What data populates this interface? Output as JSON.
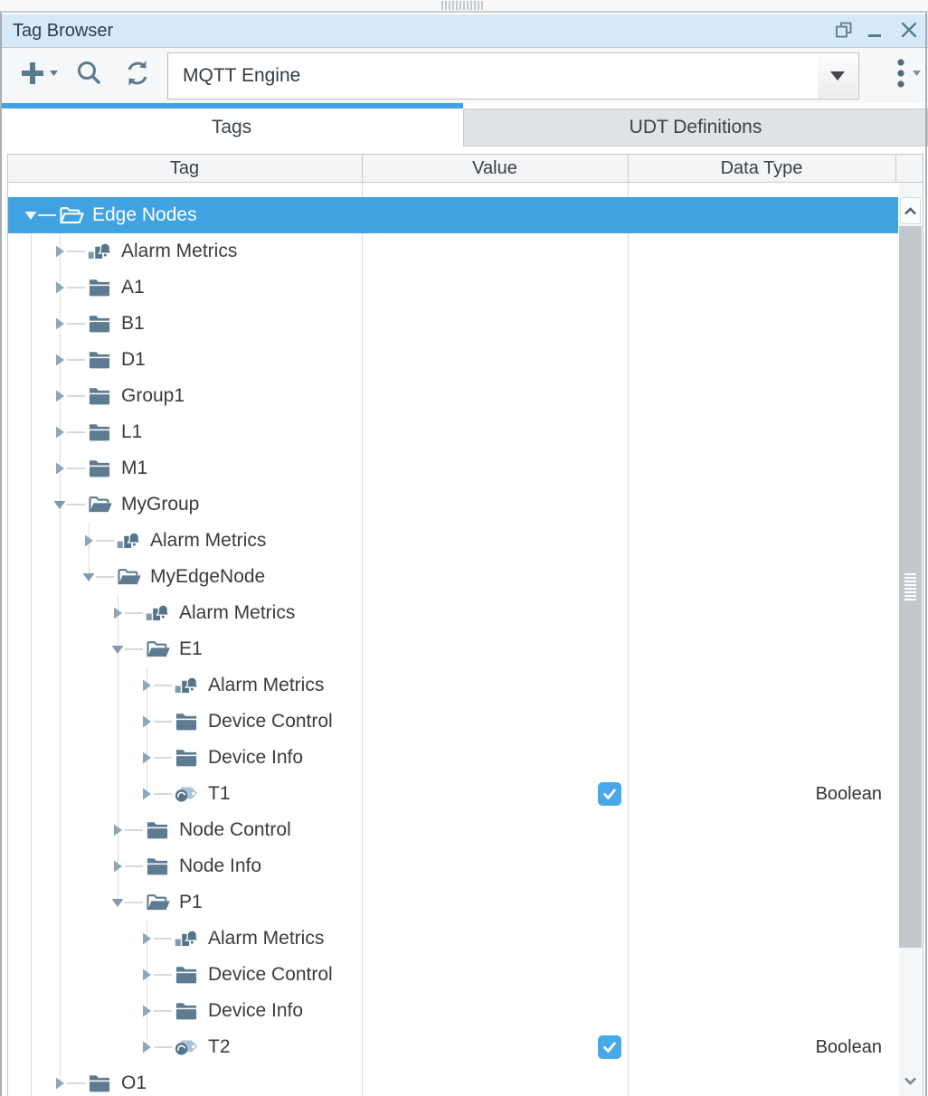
{
  "window": {
    "title": "Tag Browser",
    "controls": [
      {
        "name": "float-window",
        "icon": "float-icon"
      },
      {
        "name": "minimize-window",
        "icon": "minimize-icon"
      },
      {
        "name": "close-window",
        "icon": "close-icon"
      }
    ]
  },
  "toolbar": {
    "buttons": [
      {
        "name": "add-tag",
        "icon": "plus-icon",
        "has_dropdown": true
      },
      {
        "name": "search-tags",
        "icon": "search-icon"
      },
      {
        "name": "refresh-tags",
        "icon": "refresh-icon"
      }
    ],
    "provider": {
      "value": "MQTT Engine"
    },
    "menu": {
      "name": "more-options",
      "icon": "kebab-icon",
      "has_dropdown": true
    }
  },
  "tabs": {
    "tags": "Tags",
    "udt": "UDT Definitions",
    "active": "Tags"
  },
  "table": {
    "columns": [
      "Tag",
      "Value",
      "Data Type"
    ]
  },
  "colors": {
    "selection_blue": "#41a2e2",
    "tab_accent_blue": "#3fa3e5",
    "checkbox_blue": "#47a9e9",
    "icon_slate": "#5d7b91",
    "titlebar_bg": "#d6e9f8"
  },
  "tree": {
    "label": "Edge Nodes",
    "icon": "folder-open",
    "state": "expanded",
    "selected": true,
    "children": [
      {
        "label": "Alarm Metrics",
        "icon": "alarm-metrics",
        "state": "collapsed"
      },
      {
        "label": "A1",
        "icon": "folder-closed",
        "state": "collapsed"
      },
      {
        "label": "B1",
        "icon": "folder-closed",
        "state": "collapsed"
      },
      {
        "label": "D1",
        "icon": "folder-closed",
        "state": "collapsed"
      },
      {
        "label": "Group1",
        "icon": "folder-closed",
        "state": "collapsed"
      },
      {
        "label": "L1",
        "icon": "folder-closed",
        "state": "collapsed"
      },
      {
        "label": "M1",
        "icon": "folder-closed",
        "state": "collapsed"
      },
      {
        "label": "MyGroup",
        "icon": "folder-open",
        "state": "expanded",
        "children": [
          {
            "label": "Alarm Metrics",
            "icon": "alarm-metrics",
            "state": "collapsed"
          },
          {
            "label": "MyEdgeNode",
            "icon": "folder-open",
            "state": "expanded",
            "children": [
              {
                "label": "Alarm Metrics",
                "icon": "alarm-metrics",
                "state": "collapsed"
              },
              {
                "label": "E1",
                "icon": "folder-open",
                "state": "expanded",
                "children": [
                  {
                    "label": "Alarm Metrics",
                    "icon": "alarm-metrics",
                    "state": "collapsed"
                  },
                  {
                    "label": "Device Control",
                    "icon": "folder-closed",
                    "state": "collapsed"
                  },
                  {
                    "label": "Device Info",
                    "icon": "folder-closed",
                    "state": "collapsed"
                  },
                  {
                    "label": "T1",
                    "icon": "tag",
                    "state": "collapsed",
                    "value_checked": true,
                    "data_type": "Boolean"
                  }
                ]
              },
              {
                "label": "Node Control",
                "icon": "folder-closed",
                "state": "collapsed"
              },
              {
                "label": "Node Info",
                "icon": "folder-closed",
                "state": "collapsed"
              },
              {
                "label": "P1",
                "icon": "folder-open",
                "state": "expanded",
                "children": [
                  {
                    "label": "Alarm Metrics",
                    "icon": "alarm-metrics",
                    "state": "collapsed"
                  },
                  {
                    "label": "Device Control",
                    "icon": "folder-closed",
                    "state": "collapsed"
                  },
                  {
                    "label": "Device Info",
                    "icon": "folder-closed",
                    "state": "collapsed"
                  },
                  {
                    "label": "T2",
                    "icon": "tag",
                    "state": "collapsed",
                    "value_checked": true,
                    "data_type": "Boolean"
                  }
                ]
              }
            ]
          }
        ]
      },
      {
        "label": "O1",
        "icon": "folder-closed",
        "state": "collapsed"
      }
    ]
  }
}
